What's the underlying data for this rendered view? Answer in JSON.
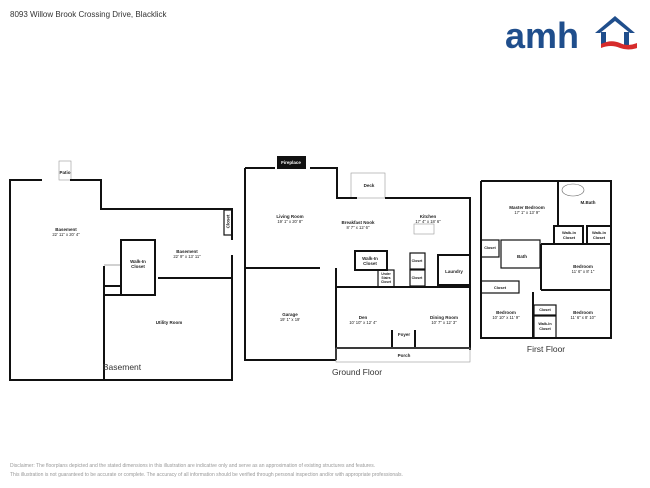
{
  "header": {
    "address": "8093 Willow Brook Crossing Drive, Blacklick",
    "logo_text": "amh",
    "brand_colors": {
      "blue": "#1f4e8c",
      "red": "#d62b2b"
    }
  },
  "floors": {
    "basement": {
      "title": "Basement",
      "rooms": [
        {
          "name": "Patio",
          "dims": ""
        },
        {
          "name": "Basement",
          "dims": "22' 11\" x 20' 4\""
        },
        {
          "name": "Basement",
          "dims": "22' 9\" x 13' 11\""
        },
        {
          "name": "Walk-In Closet",
          "dims": ""
        },
        {
          "name": "Closet",
          "dims": ""
        },
        {
          "name": "Utility Room",
          "dims": ""
        }
      ]
    },
    "ground": {
      "title": "Ground Floor",
      "rooms": [
        {
          "name": "Fireplace",
          "dims": ""
        },
        {
          "name": "Deck",
          "dims": ""
        },
        {
          "name": "Living Room",
          "dims": "19' 1\" x 20' 8\""
        },
        {
          "name": "Breakfast Nook",
          "dims": "8' 7\" x 12' 6\""
        },
        {
          "name": "Kitchen",
          "dims": "17' 4\" x 18' 6\""
        },
        {
          "name": "Walk-In Closet",
          "dims": ""
        },
        {
          "name": "Closet",
          "dims": ""
        },
        {
          "name": "Laundry",
          "dims": ""
        },
        {
          "name": "Under Stairs Closet",
          "dims": ""
        },
        {
          "name": "Closet",
          "dims": ""
        },
        {
          "name": "Garage",
          "dims": "19' 1\" x 19'"
        },
        {
          "name": "Den",
          "dims": "10' 10\" x 12' 4\""
        },
        {
          "name": "Dining Room",
          "dims": "10' 7\" x 12' 3\""
        },
        {
          "name": "Foyer",
          "dims": ""
        },
        {
          "name": "Porch",
          "dims": ""
        }
      ]
    },
    "first": {
      "title": "First Floor",
      "rooms": [
        {
          "name": "Master Bedroom",
          "dims": "17' 1\" x 13' 9\""
        },
        {
          "name": "M.Bath",
          "dims": ""
        },
        {
          "name": "Walk-In Closet",
          "dims": ""
        },
        {
          "name": "Walk-In Closet",
          "dims": ""
        },
        {
          "name": "Closet",
          "dims": ""
        },
        {
          "name": "Bath",
          "dims": ""
        },
        {
          "name": "Bedroom",
          "dims": "11' 6\" x 8' 1\""
        },
        {
          "name": "Closet",
          "dims": ""
        },
        {
          "name": "Bedroom",
          "dims": "10' 10\" x 11' 9\""
        },
        {
          "name": "Closet",
          "dims": ""
        },
        {
          "name": "Walk-In Closet",
          "dims": ""
        },
        {
          "name": "Bedroom",
          "dims": "11' 6\" x 8' 10\""
        }
      ]
    }
  },
  "disclaimer": {
    "line1": "Disclaimer: The floorplans depicted and the stated dimensions in this illustration are indicative only and serve as an approximation of existing structures and features.",
    "line2": "This illustration is not guaranteed to be accurate or complete. The accuracy of all information should be verified through personal inspection and/or with appropriate professionals."
  }
}
